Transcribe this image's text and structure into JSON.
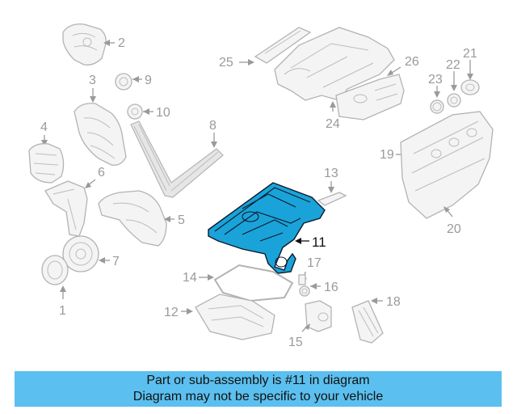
{
  "diagram": {
    "highlighted_part": "11",
    "callouts": {
      "c1": "1",
      "c2": "2",
      "c3": "3",
      "c4": "4",
      "c5": "5",
      "c6": "6",
      "c7": "7",
      "c8": "8",
      "c9": "9",
      "c10": "10",
      "c11": "11",
      "c12": "12",
      "c13": "13",
      "c14": "14",
      "c15": "15",
      "c16": "16",
      "c17": "17",
      "c18": "18",
      "c19": "19",
      "c20": "20",
      "c21": "21",
      "c22": "22",
      "c23": "23",
      "c24": "24",
      "c25": "25",
      "c26": "26"
    },
    "highlight_color": "#1aa3d9",
    "part_color": "#b3b3b3"
  },
  "banner": {
    "line1": "Part or sub-assembly is #11 in diagram",
    "line2": "Diagram may not be specific to your vehicle",
    "background": "#5bc0f0"
  }
}
